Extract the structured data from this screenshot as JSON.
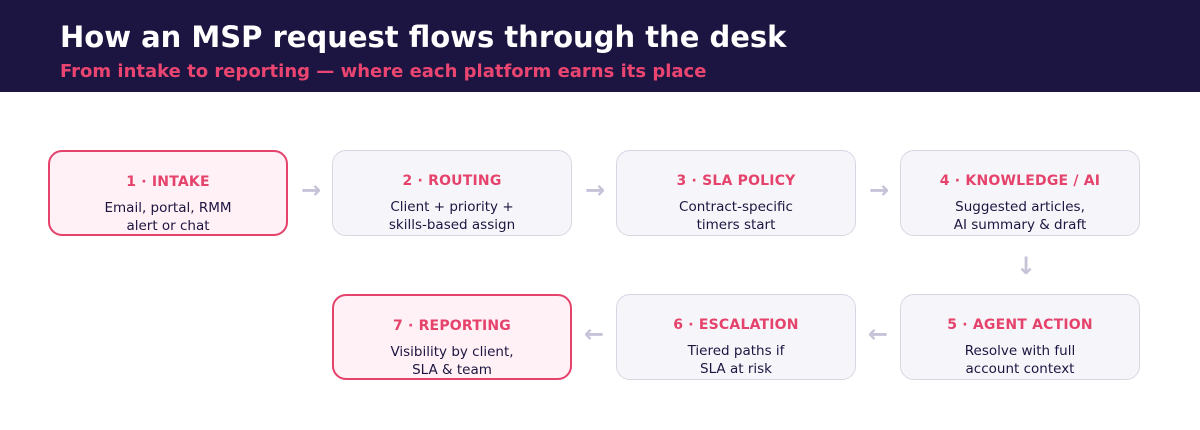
{
  "header": {
    "title": "How an MSP request flows through the desk",
    "subtitle": "From intake to reporting — where each platform earns its place"
  },
  "steps": [
    {
      "title": "1 · INTAKE",
      "desc": "Email, portal, RMM\nalert or chat"
    },
    {
      "title": "2 · ROUTING",
      "desc": "Client + priority +\nskills-based assign"
    },
    {
      "title": "3 · SLA POLICY",
      "desc": "Contract-specific\ntimers start"
    },
    {
      "title": "4 · KNOWLEDGE / AI",
      "desc": "Suggested articles,\nAI summary & draft"
    },
    {
      "title": "5 · AGENT ACTION",
      "desc": "Resolve with full\naccount context"
    },
    {
      "title": "6 · ESCALATION",
      "desc": "Tiered paths if\nSLA at risk"
    },
    {
      "title": "7 · REPORTING",
      "desc": "Visibility by client,\nSLA & team"
    }
  ],
  "arrows": {
    "right": "→",
    "down": "↓",
    "left": "←"
  },
  "colors": {
    "header_bg": "#1c1541",
    "accent": "#e5426c",
    "highlight_fill": "#fff1f5",
    "card_fill": "#f6f6fa",
    "card_border": "#d7d7e3",
    "arrow": "#c6c3d9"
  }
}
